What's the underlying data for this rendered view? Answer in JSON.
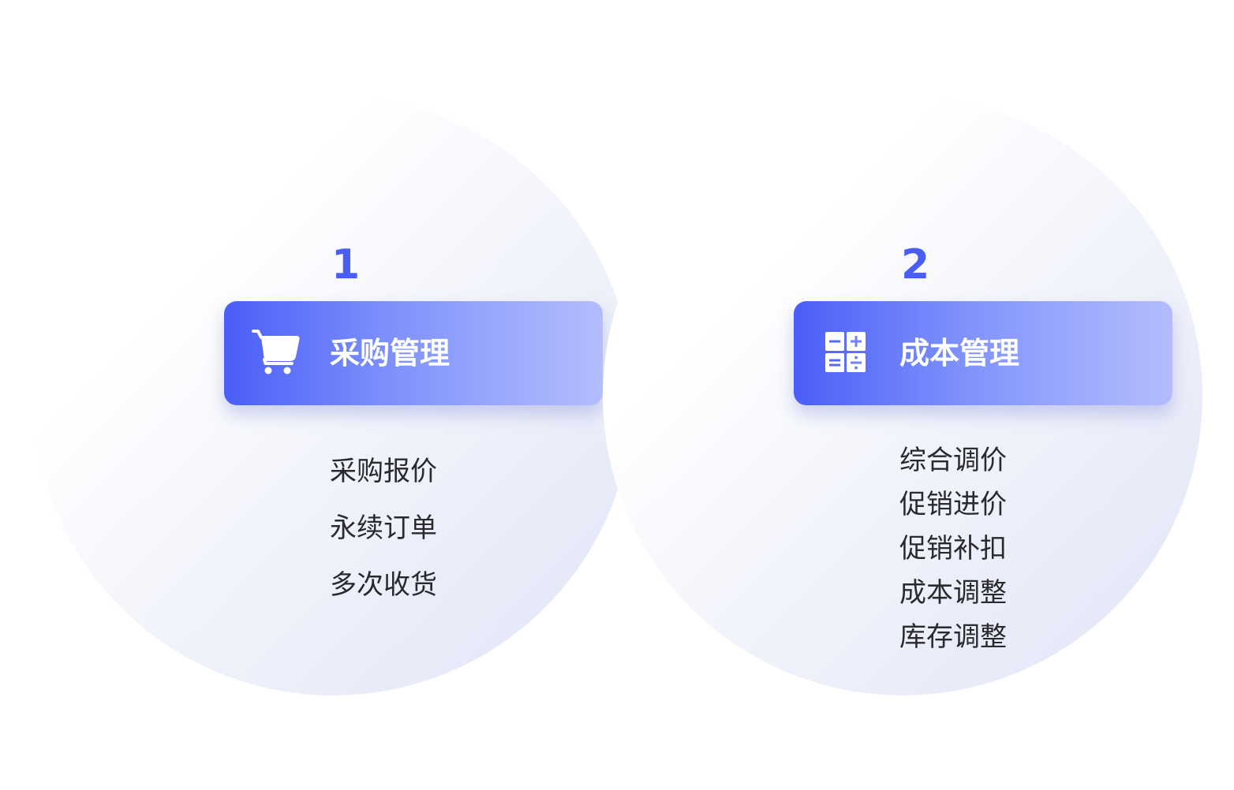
{
  "sections": [
    {
      "number": "1",
      "title": "采购管理",
      "icon": "shopping-cart-icon",
      "items": [
        "采购报价",
        "永续订单",
        "多次收货"
      ]
    },
    {
      "number": "2",
      "title": "成本管理",
      "icon": "calculator-icon",
      "items": [
        "综合调价",
        "促销进价",
        "促销补扣",
        "成本调整",
        "库存调整"
      ]
    }
  ],
  "colors": {
    "accent": "#4a5df5",
    "card_gradient_start": "#4a5ef8",
    "card_gradient_end": "#b3bdfd",
    "text": "#2a2a2e"
  }
}
